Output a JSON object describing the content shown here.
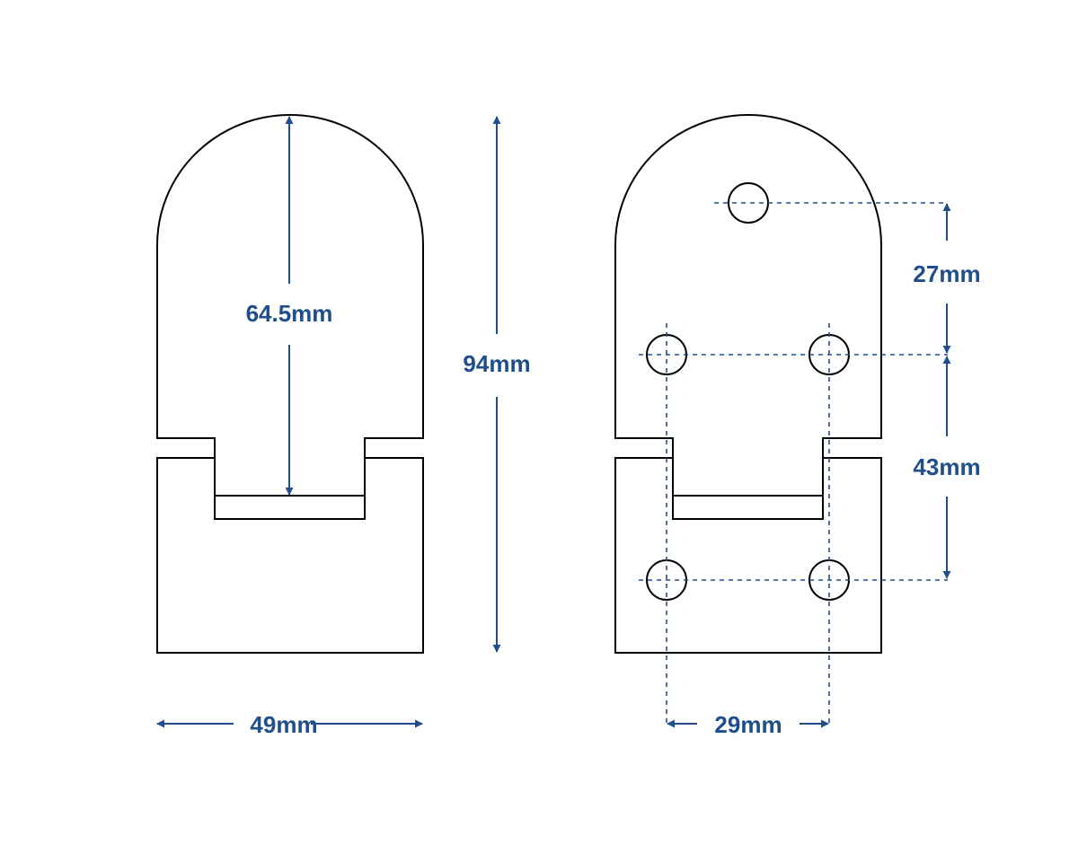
{
  "colors": {
    "outline": "#000000",
    "dimension": "#1f4e8c",
    "background": "#ffffff"
  },
  "dimensions": {
    "inner_height": "64.5mm",
    "overall_height": "94mm",
    "width": "49mm",
    "hole_top_spacing": "27mm",
    "hole_vertical_spacing": "43mm",
    "hole_horizontal_spacing": "29mm"
  }
}
